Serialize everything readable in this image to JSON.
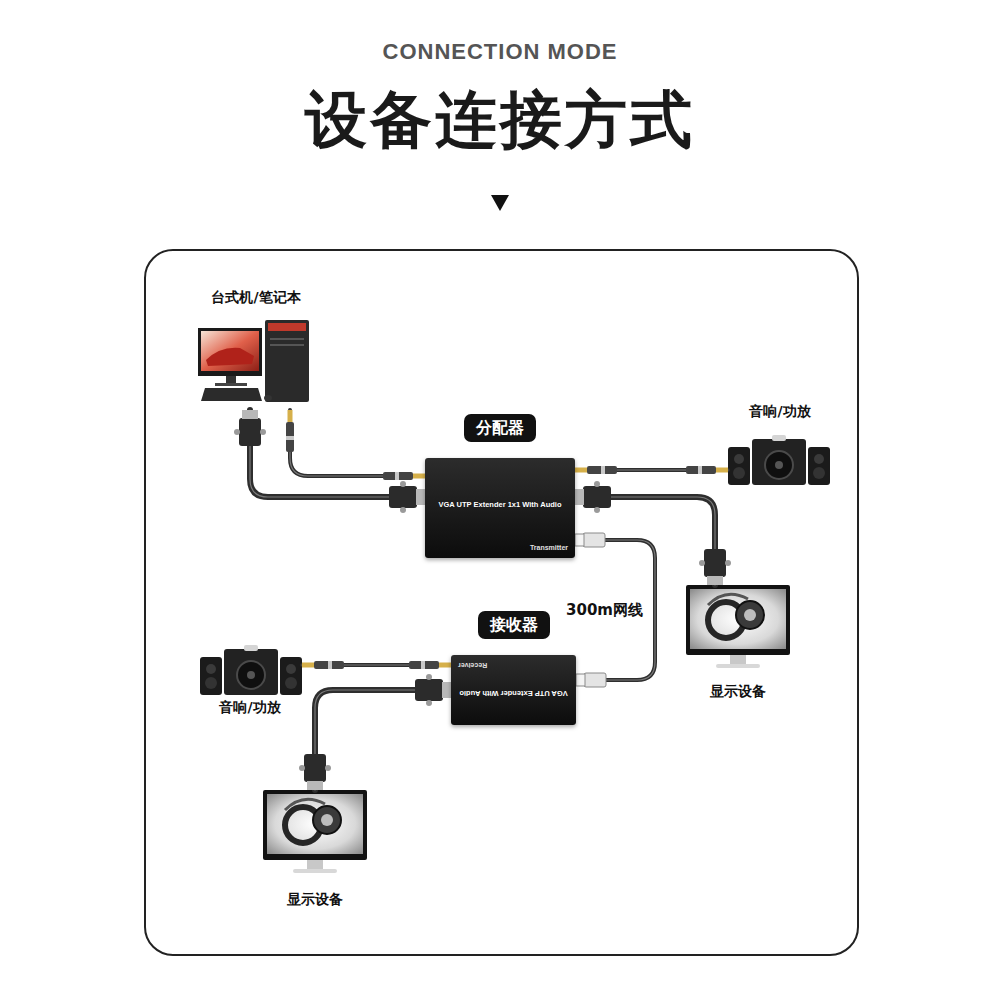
{
  "diagram": {
    "title": "设备连接方式",
    "nodes": [
      {
        "text": [
          "台式机/笔记本"
        ]
      },
      {
        "text": [
          "分配器",
          "VGA UTP Extender 1x1 With Audio",
          "Transmitter"
        ]
      },
      {
        "text": [
          "音响/功放"
        ]
      },
      {
        "text": [
          "显示设备"
        ]
      },
      {
        "text": [
          "接收器",
          "VGA UTP Extender With Audio",
          "Receiver"
        ]
      },
      {
        "text": [
          "音响/功放"
        ]
      },
      {
        "text": [
          "显示设备"
        ]
      }
    ],
    "edges": [
      {
        "from": 0,
        "to": 1,
        "arrow": "none"
      },
      {
        "from": 0,
        "to": 1,
        "arrow": "none"
      },
      {
        "from": 1,
        "to": 2,
        "arrow": "none"
      },
      {
        "from": 1,
        "to": 3,
        "arrow": "none"
      },
      {
        "from": 1,
        "to": 4,
        "label": "300m网线",
        "arrow": "none"
      },
      {
        "from": 4,
        "to": 5,
        "arrow": "none"
      },
      {
        "from": 4,
        "to": 6,
        "arrow": "none"
      }
    ],
    "labels": [
      "CONNECTION MODE"
    ]
  }
}
